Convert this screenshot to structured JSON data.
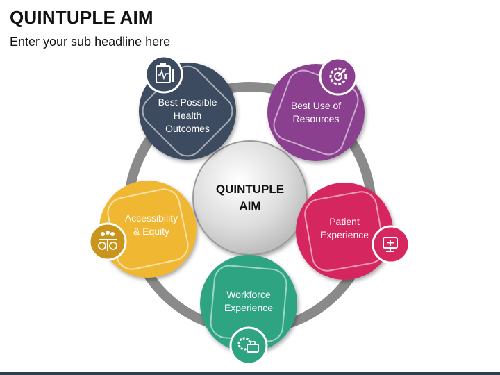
{
  "header": {
    "title": "QUINTUPLE AIM",
    "subtitle": "Enter your sub headline here"
  },
  "center": {
    "lines": [
      "QUINTUPLE",
      "AIM"
    ]
  },
  "nodes": [
    {
      "id": "outcomes",
      "lines": [
        "Best Possible",
        "Health",
        "Outcomes"
      ],
      "color": "#3d4b61",
      "icon": "clipboard-health-icon"
    },
    {
      "id": "resources",
      "lines": [
        "Best Use of",
        "Resources"
      ],
      "color": "#8b3f8f",
      "icon": "gear-target-icon"
    },
    {
      "id": "patient",
      "lines": [
        "Patient",
        "Experience"
      ],
      "color": "#d6275e",
      "icon": "medical-monitor-icon"
    },
    {
      "id": "workforce",
      "lines": [
        "Workforce",
        "Experience"
      ],
      "color": "#2fa483",
      "icon": "gear-briefcase-icon"
    },
    {
      "id": "equity",
      "lines": [
        "Accessibility",
        "& Equity"
      ],
      "color": "#f0b732",
      "icon": "balance-people-icon"
    }
  ],
  "colors": {
    "ring": "#8a8a8a",
    "center_fill": "#d9d9d9",
    "footer": "#2d3e50"
  }
}
